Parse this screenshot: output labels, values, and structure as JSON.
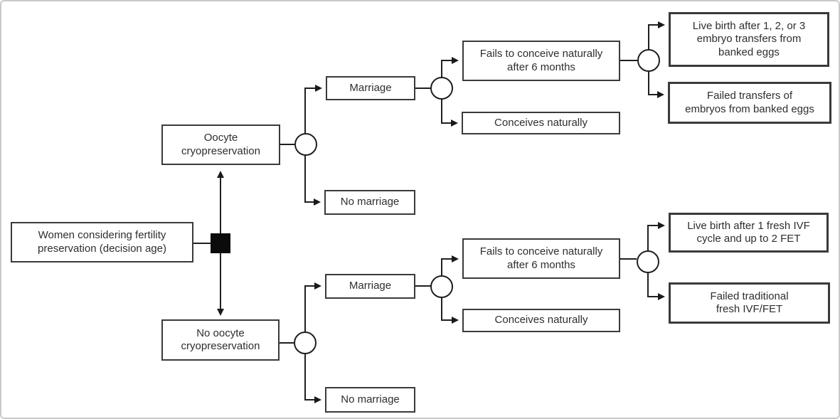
{
  "figure": {
    "kind_label": "decision tree",
    "node_symbols": {
      "decision_node": "filled-black-square",
      "chance_node": "open-circle"
    },
    "colors": {
      "line": "#1f1f1f",
      "box_border": "#3a3a3a",
      "decision_square": "#0b0b0b",
      "background": "#ffffff",
      "frame_border": "#c9c9c9"
    }
  },
  "nodes": {
    "root": {
      "label": "Women considering fertility\npreservation (decision age)"
    },
    "oocyte": {
      "label": "Oocyte\ncryopreservation"
    },
    "no_oocyte": {
      "label": "No oocyte\ncryopreservation"
    },
    "marriage_top": {
      "label": "Marriage"
    },
    "no_marriage_top": {
      "label": "No marriage"
    },
    "fails_top": {
      "label": "Fails to conceive naturally\nafter 6 months"
    },
    "conceives_top": {
      "label": "Conceives naturally"
    },
    "live_birth_banked": {
      "label": "Live birth after 1, 2, or 3\nembryo transfers from\nbanked eggs"
    },
    "failed_transfers_banked": {
      "label": "Failed transfers of\nembryos from banked eggs"
    },
    "marriage_bottom": {
      "label": "Marriage"
    },
    "no_marriage_bottom": {
      "label": "No marriage"
    },
    "fails_bottom": {
      "label": "Fails to conceive naturally\nafter 6 months"
    },
    "conceives_bottom": {
      "label": "Conceives naturally"
    },
    "live_birth_ivf": {
      "label": "Live birth after 1 fresh IVF\ncycle and up to 2 FET"
    },
    "failed_traditional_ivf": {
      "label": "Failed traditional\nfresh IVF/FET"
    }
  },
  "edges": [
    {
      "from": "root",
      "to": "decision-square"
    },
    {
      "from": "decision-square",
      "to": "oocyte"
    },
    {
      "from": "decision-square",
      "to": "no_oocyte"
    },
    {
      "from": "oocyte",
      "to": "marriage_top"
    },
    {
      "from": "oocyte",
      "to": "no_marriage_top"
    },
    {
      "from": "marriage_top",
      "to": "fails_top"
    },
    {
      "from": "marriage_top",
      "to": "conceives_top"
    },
    {
      "from": "fails_top",
      "to": "live_birth_banked"
    },
    {
      "from": "fails_top",
      "to": "failed_transfers_banked"
    },
    {
      "from": "no_oocyte",
      "to": "marriage_bottom"
    },
    {
      "from": "no_oocyte",
      "to": "no_marriage_bottom"
    },
    {
      "from": "marriage_bottom",
      "to": "fails_bottom"
    },
    {
      "from": "marriage_bottom",
      "to": "conceives_bottom"
    },
    {
      "from": "fails_bottom",
      "to": "live_birth_ivf"
    },
    {
      "from": "fails_bottom",
      "to": "failed_traditional_ivf"
    }
  ]
}
